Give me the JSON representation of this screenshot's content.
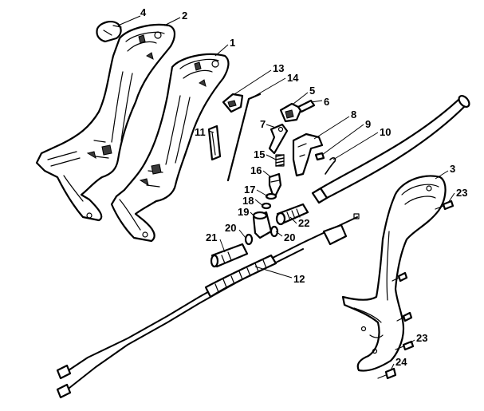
{
  "callouts": [
    {
      "id": "c1",
      "text": "1"
    },
    {
      "id": "c2",
      "text": "2"
    },
    {
      "id": "c3",
      "text": "3"
    },
    {
      "id": "c4",
      "text": "4"
    },
    {
      "id": "c5",
      "text": "5"
    },
    {
      "id": "c6",
      "text": "6"
    },
    {
      "id": "c7",
      "text": "7"
    },
    {
      "id": "c8",
      "text": "8"
    },
    {
      "id": "c9",
      "text": "9"
    },
    {
      "id": "c10",
      "text": "10"
    },
    {
      "id": "c11",
      "text": "11"
    },
    {
      "id": "c12",
      "text": "12"
    },
    {
      "id": "c13",
      "text": "13"
    },
    {
      "id": "c14",
      "text": "14"
    },
    {
      "id": "c15",
      "text": "15"
    },
    {
      "id": "c16",
      "text": "16"
    },
    {
      "id": "c17",
      "text": "17"
    },
    {
      "id": "c18",
      "text": "18"
    },
    {
      "id": "c19",
      "text": "19"
    },
    {
      "id": "c20a",
      "text": "20"
    },
    {
      "id": "c20b",
      "text": "20"
    },
    {
      "id": "c21",
      "text": "21"
    },
    {
      "id": "c22",
      "text": "22"
    },
    {
      "id": "c23a",
      "text": "23"
    },
    {
      "id": "c23b",
      "text": "23"
    },
    {
      "id": "c24",
      "text": "24"
    }
  ]
}
